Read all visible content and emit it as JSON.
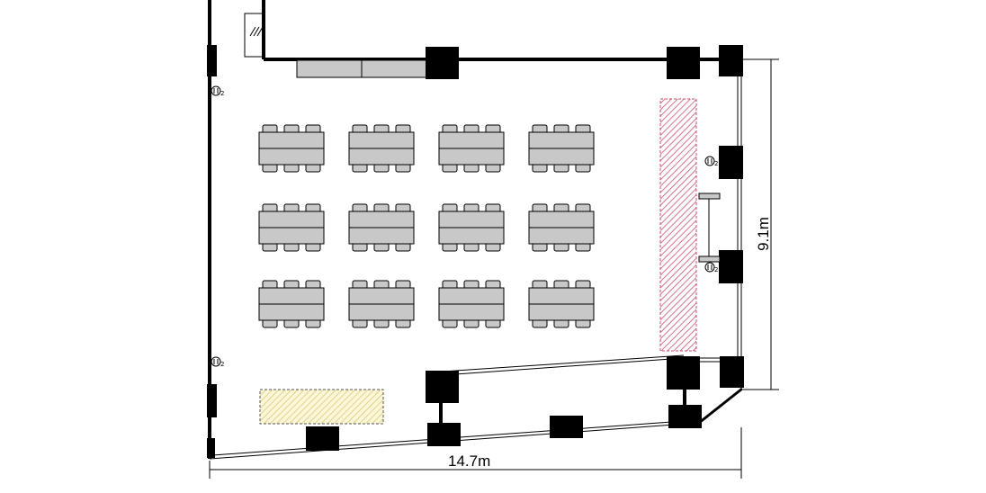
{
  "dimensions": {
    "width_label": "14.7m",
    "height_label": "9.1m"
  },
  "outlets": {
    "tag": "2",
    "icon": "electrical-outlet-icon"
  },
  "seating": {
    "rows": 3,
    "columns": 4,
    "chairs_per_side": 3
  },
  "colors": {
    "wall": "#000000",
    "pillar": "#000000",
    "table_fill": "#c8c8c8",
    "stage_hatch": "#c8506a",
    "area_hatch": "#d6c36e",
    "area_fill": "#fbf7d8"
  }
}
